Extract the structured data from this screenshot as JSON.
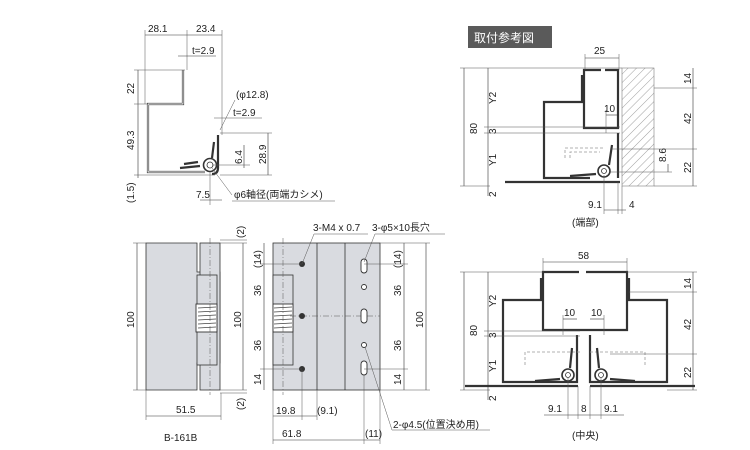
{
  "section_view": {
    "dims": {
      "w1": "28.1",
      "w2": "23.4",
      "t1": "t=2.9",
      "h22": "22",
      "h49": "49.3",
      "h15": "(1.5)",
      "phi128": "(φ12.8)",
      "t2": "t=2.9",
      "h64": "6.4",
      "h289": "28.9",
      "w75": "7.5",
      "pin": "φ6軸径(両端カシメ)"
    }
  },
  "front_view": {
    "h100a": "100",
    "h100b": "100",
    "top2": "(2)",
    "bot2": "(2)",
    "w515": "51.5",
    "model": "B-161B"
  },
  "leaf_view": {
    "m4": "3-M4 x 0.7",
    "slot": "3-φ5×10長穴",
    "l14": "(14)",
    "l36a": "36",
    "l36b": "36",
    "l14b": "14",
    "r14": "(14)",
    "r36a": "36",
    "r100": "100",
    "r36b": "36",
    "r14b": "14",
    "w198": "19.8",
    "w91": "(9.1)",
    "w618": "61.8",
    "w11": "(11)",
    "pos": "2-φ4.5(位置決め用)"
  },
  "mounting": {
    "title": "取付参考図",
    "end": {
      "w25": "25",
      "h80": "80",
      "y2": "Y2",
      "g3": "3",
      "y1": "Y1",
      "g2": "2",
      "r14": "14",
      "r42": "42",
      "r22": "22",
      "h86": "8.6",
      "w10": "10",
      "w91": "9.1",
      "w4": "4",
      "caption": "(端部)"
    },
    "center": {
      "w58": "58",
      "h80": "80",
      "y2": "Y2",
      "g3": "3",
      "y1": "Y1",
      "g2": "2",
      "r14": "14",
      "r42": "42",
      "r22": "22",
      "w10a": "10",
      "w10b": "10",
      "w91a": "9.1",
      "w8": "8",
      "w91b": "9.1",
      "caption": "(中央)"
    }
  }
}
